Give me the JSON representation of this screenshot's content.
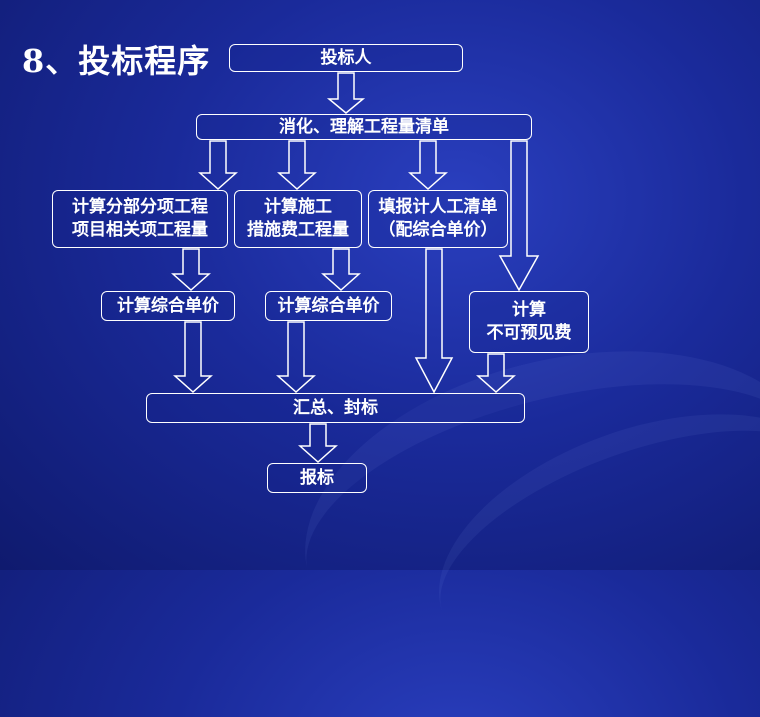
{
  "title": "8、投标程序",
  "nodes": {
    "bidder": "投标人",
    "digest": "消化、理解工程量清单",
    "calc_sub": "计算分部分项工程\n项目相关项工程量",
    "calc_measure": "计算施工\n措施费工程量",
    "fill_labor": "填报计人工清单\n（配综合单价）",
    "unit_price_1": "计算综合单价",
    "unit_price_2": "计算综合单价",
    "unforeseen": "计算\n不可预见费",
    "summary": "汇总、封标",
    "submit": "报标"
  },
  "colors": {
    "background": "#1a2a9a",
    "line": "#ffffff"
  }
}
